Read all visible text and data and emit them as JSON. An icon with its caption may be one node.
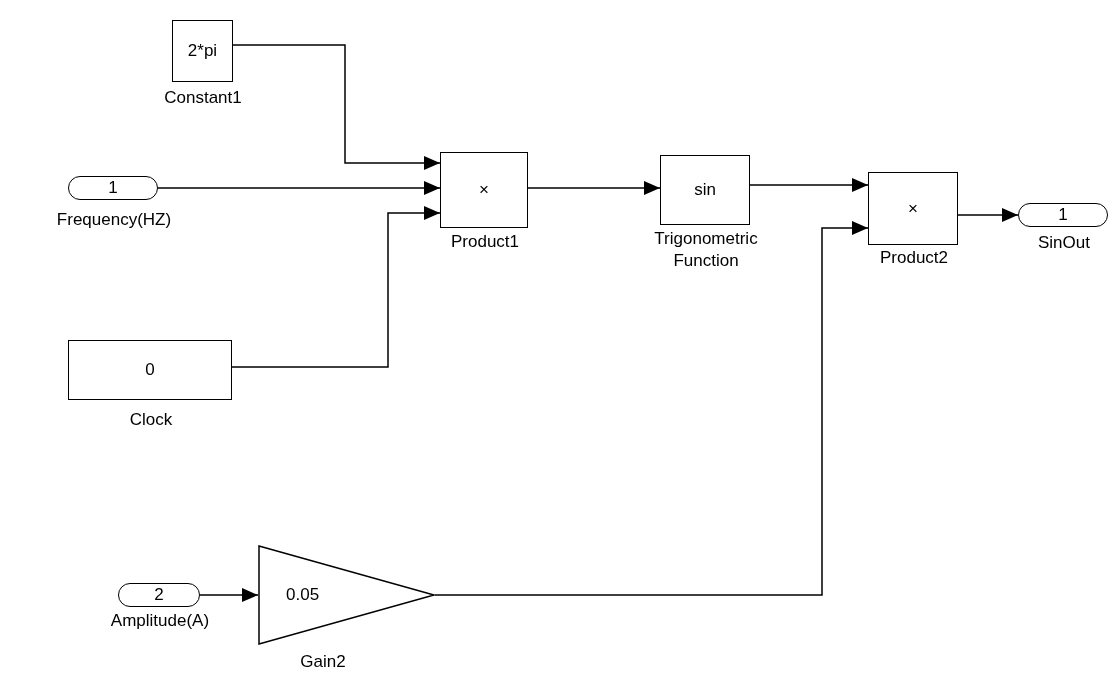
{
  "diagram": {
    "nodes": [
      {
        "text": [
          "2*pi"
        ],
        "beside": [
          "Constant1"
        ]
      },
      {
        "text": [
          "1"
        ],
        "beside": [
          "Frequency(HZ)"
        ]
      },
      {
        "text": [
          "0"
        ],
        "beside": [
          "Clock"
        ]
      },
      {
        "text": [
          "×"
        ],
        "beside": [
          "Product1"
        ]
      },
      {
        "text": [
          "sin"
        ],
        "beside": [
          "Trigonometric Function"
        ]
      },
      {
        "text": [
          "×"
        ],
        "beside": [
          "Product2"
        ]
      },
      {
        "text": [
          "1"
        ],
        "beside": [
          "SinOut"
        ]
      },
      {
        "text": [
          "2"
        ],
        "beside": [
          "Amplitude(A)"
        ]
      },
      {
        "text": [
          "0.05"
        ],
        "beside": [
          "Gain2"
        ]
      }
    ],
    "edges": [
      {
        "from": 0,
        "to": 3,
        "arrow": "to"
      },
      {
        "from": 1,
        "to": 3,
        "arrow": "to"
      },
      {
        "from": 2,
        "to": 3,
        "arrow": "to"
      },
      {
        "from": 3,
        "to": 4,
        "arrow": "to"
      },
      {
        "from": 4,
        "to": 5,
        "arrow": "to"
      },
      {
        "from": 8,
        "to": 5,
        "arrow": "to"
      },
      {
        "from": 5,
        "to": 6,
        "arrow": "to"
      },
      {
        "from": 7,
        "to": 8,
        "arrow": "to"
      }
    ]
  }
}
